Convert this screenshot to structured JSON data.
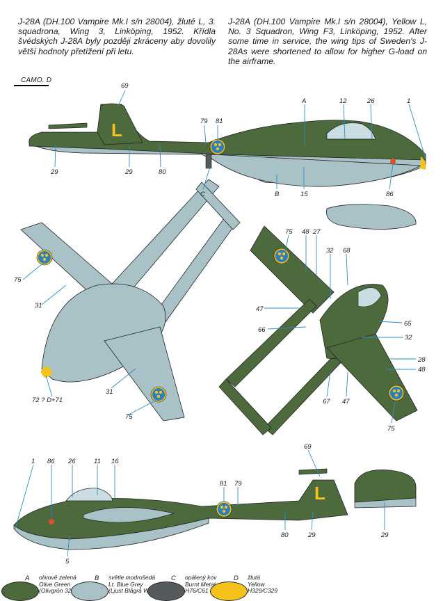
{
  "captions": {
    "cz": "J-28A (DH.100 Vampire Mk.I s/n 28004), žluté L, 3. squadrona, Wing 3, Linköping, 1952. Křídla švédských J-28A byly později zkráceny aby dovolily větší hodnoty přetížení při letu.",
    "en": "J-28A (DH.100 Vampire Mk.I s/n 28004), Yellow L, No. 3 Squadron, Wing F3, Linköping, 1952. After some time in service, the wing tips of Sweden's J-28As were shortened to allow for higher G-load on the airframe."
  },
  "camo_label": "CAMO. D",
  "fin_letter": "L",
  "side_view_left": {
    "callouts": [
      "69",
      "79",
      "81",
      "A",
      "12",
      "26",
      "1",
      "29",
      "29",
      "80",
      "C",
      "B",
      "15",
      "86"
    ]
  },
  "top_view": {
    "callouts": [
      "75",
      "31",
      "31",
      "72 ? D+71",
      "75"
    ]
  },
  "bottom_view": {
    "callouts": [
      "75",
      "48",
      "27",
      "32",
      "68",
      "47",
      "66",
      "65",
      "32",
      "28",
      "48",
      "67",
      "47",
      "75"
    ]
  },
  "side_view_right": {
    "callouts": [
      "1",
      "86",
      "26",
      "11",
      "16",
      "69",
      "81",
      "79",
      "80",
      "29",
      "29",
      "5"
    ]
  },
  "legend": [
    {
      "letter": "A",
      "cz": "olivově zelená",
      "en": "Olive Green",
      "code": "(Olivgrön 325H)",
      "color": "#4d6a3d"
    },
    {
      "letter": "B",
      "cz": "světle modrošedá",
      "en": "Lt. Blue Grey",
      "code": "(Ljust Blågrå W36)",
      "color": "#a9c2c7"
    },
    {
      "letter": "C",
      "cz": "opálený kov",
      "en": "Burnt Metal",
      "code": "H76/C61",
      "color": "#555a5c"
    },
    {
      "letter": "D",
      "cz": "žlutá",
      "en": "Yellow",
      "code": "H329/C329",
      "color": "#f5c21b"
    }
  ],
  "colors": {
    "olive_green": "#4d6a3d",
    "light_blue_grey": "#a9c2c7",
    "burnt_metal": "#555a5c",
    "yellow": "#f5c21b",
    "roundel_blue": "#2a7fc0",
    "callout_line": "#2a8fc9"
  }
}
